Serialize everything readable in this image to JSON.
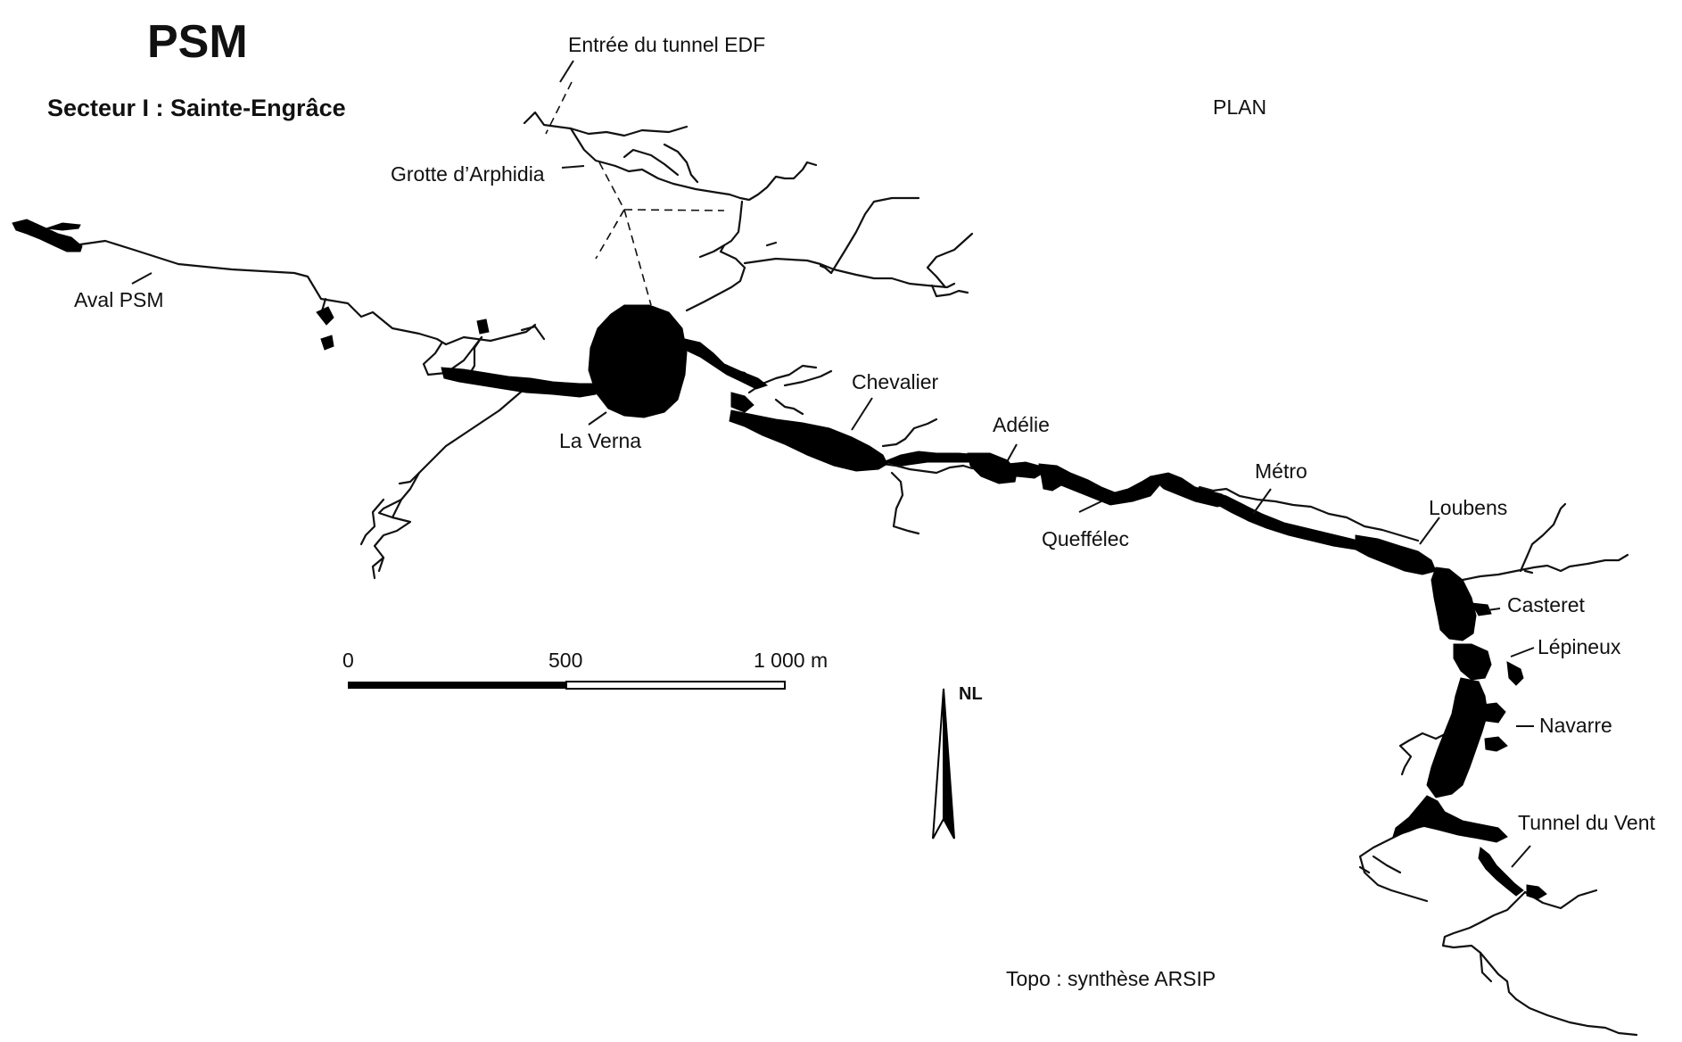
{
  "title": "PSM",
  "subtitle": "Secteur I : Sainte-Engrâce",
  "view": "PLAN",
  "credit": "Topo : synthèse ARSIP",
  "north_label": "NL",
  "scale_bar": {
    "labels": [
      "0",
      "500",
      "1 000 m"
    ]
  },
  "places": {
    "edf_tunnel": "Entrée du tunnel EDF",
    "arphidia": "Grotte d’Arphidia",
    "aval": "Aval PSM",
    "verna": "La Verna",
    "chevalier": "Chevalier",
    "adelie": "Adélie",
    "queffelec": "Queffélec",
    "metro": "Métro",
    "loubens": "Loubens",
    "casteret": "Casteret",
    "lepineux": "Lépineux",
    "navarre": "Navarre",
    "tunnel_vent": "Tunnel du Vent"
  }
}
